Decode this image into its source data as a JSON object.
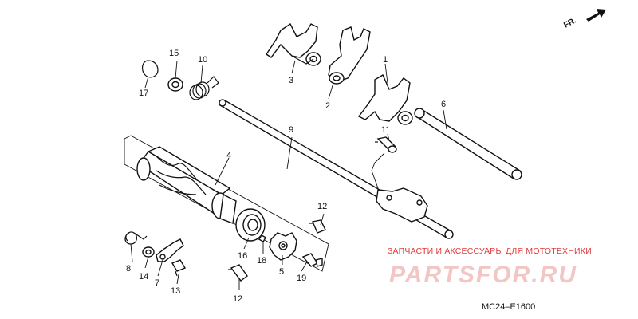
{
  "diagram": {
    "callouts": {
      "c1": "1",
      "c2": "2",
      "c3": "3",
      "c4": "4",
      "c5": "5",
      "c6": "6",
      "c7": "7",
      "c8": "8",
      "c9": "9",
      "c10": "10",
      "c11": "11",
      "c12a": "12",
      "c12b": "12",
      "c13": "13",
      "c14": "14",
      "c15": "15",
      "c16": "16",
      "c17": "17",
      "c18": "18",
      "c19": "19"
    },
    "direction_label": "FR.",
    "diagram_code": "MC24–E1600"
  },
  "watermark": {
    "tagline": "ЗАПЧАСТИ И АКСЕССУАРЫ ДЛЯ МОТОТЕХНИКИ",
    "brand": "PARTSFOR.RU"
  },
  "colors": {
    "ink": "#111111",
    "watermark_red": "#e23a3a",
    "watermark_pink": "#f3c6c6"
  }
}
